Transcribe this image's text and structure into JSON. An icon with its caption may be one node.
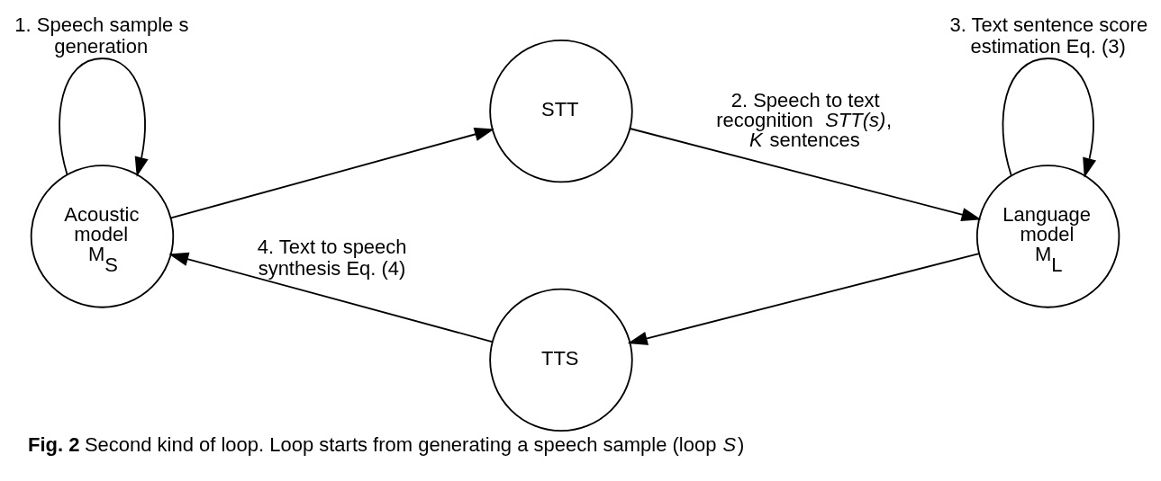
{
  "diagram": {
    "caption": "**Fig. 2** Second kind of loop. Loop starts from generating a speech sample (loop *S*)",
    "nodes": [
      {
        "text": [
          "Acoustic model M$_{S}$"
        ]
      },
      {
        "text": [
          "STT"
        ]
      },
      {
        "text": [
          "Language model M$_{L}$"
        ]
      },
      {
        "text": [
          "TTS"
        ]
      }
    ],
    "edges": [
      {
        "from": 0,
        "to": 0,
        "arrow": "to",
        "label": "1. Speech sample s generation"
      },
      {
        "from": 0,
        "to": 1,
        "arrow": "to"
      },
      {
        "from": 1,
        "to": 2,
        "arrow": "to",
        "label": "2. Speech to text recognition *STT(s)*, *K* sentences"
      },
      {
        "from": 2,
        "to": 2,
        "arrow": "to",
        "label": "3. Text sentence score estimation Eq. (3)"
      },
      {
        "from": 2,
        "to": 3,
        "arrow": "to"
      },
      {
        "from": 3,
        "to": 0,
        "arrow": "to",
        "label": "4. Text to speech synthesis Eq. (4)"
      }
    ]
  }
}
